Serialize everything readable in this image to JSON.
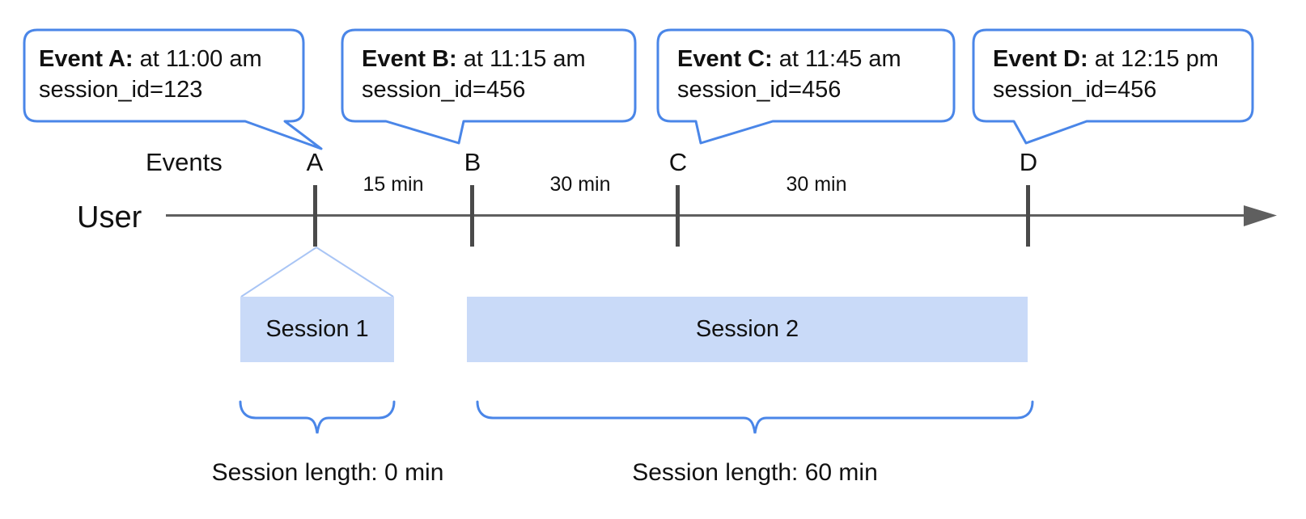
{
  "colors": {
    "accent_blue": "#4a86e8",
    "funnel_blue": "#a9c5f5",
    "session_fill": "#c9daf8",
    "axis_gray": "#5f5f5f",
    "tick_gray": "#4a4a4a",
    "text_black": "#111111"
  },
  "labels": {
    "events_row": "Events",
    "user_row": "User"
  },
  "bubbles": [
    {
      "title": "Event A:",
      "detail": " at 11:00 am",
      "session_line": "session_id=123",
      "letter": "A"
    },
    {
      "title": "Event B:",
      "detail": " at 11:15 am",
      "session_line": "session_id=456",
      "letter": "B"
    },
    {
      "title": "Event C:",
      "detail": " at 11:45 am",
      "session_line": "session_id=456",
      "letter": "C"
    },
    {
      "title": "Event D:",
      "detail": " at 12:15 pm",
      "session_line": "session_id=456",
      "letter": "D"
    }
  ],
  "intervals": [
    {
      "label": "15 min"
    },
    {
      "label": "30 min"
    },
    {
      "label": "30 min"
    }
  ],
  "sessions": [
    {
      "label": "Session 1",
      "length_label": "Session length: 0 min"
    },
    {
      "label": "Session 2",
      "length_label": "Session length: 60 min"
    }
  ]
}
